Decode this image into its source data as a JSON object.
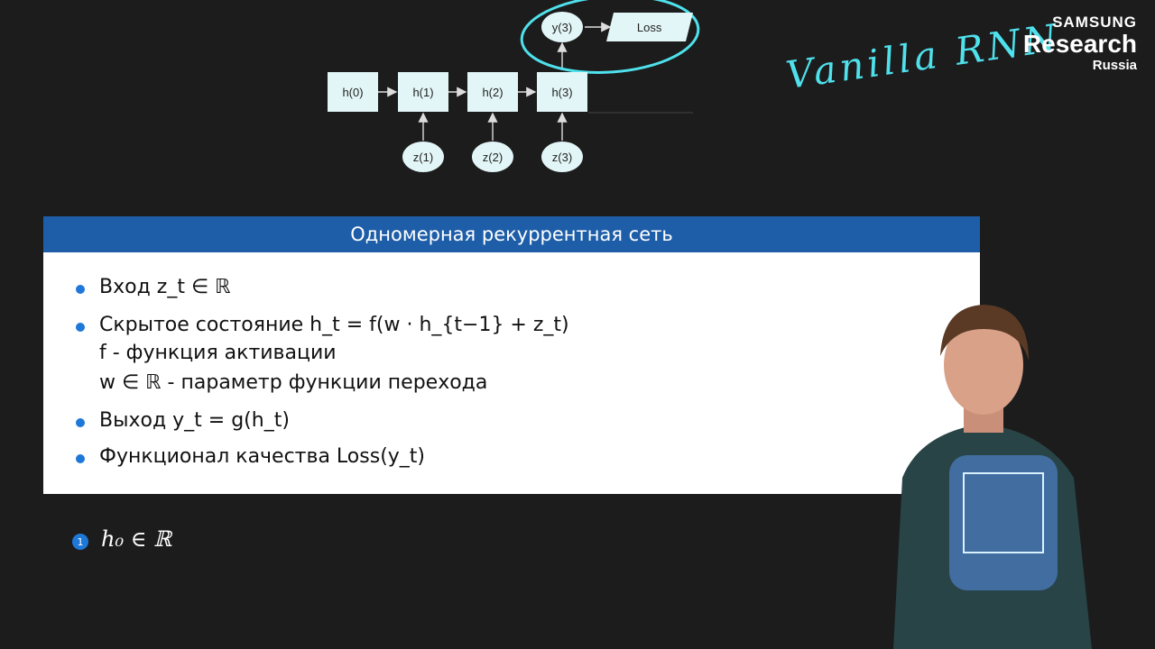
{
  "diagram": {
    "hidden_states": [
      "h(0)",
      "h(1)",
      "h(2)",
      "h(3)"
    ],
    "inputs": [
      "z(1)",
      "z(2)",
      "z(3)"
    ],
    "output": "y(3)",
    "loss": "Loss"
  },
  "annotation": {
    "handwritten": "Vanilla RNN",
    "color": "#4fe1ec"
  },
  "brand": {
    "line1": "SAMSUNG",
    "line2": "Research",
    "line3": "Russia"
  },
  "slide": {
    "title": "Одномерная рекуррентная сеть",
    "header_color": "#1e5ea8",
    "bullets": [
      {
        "text": "Вход z_t ∈ ℝ"
      },
      {
        "text": "Скрытое состояние h_t = f(w · h_{t−1} + z_t)"
      },
      {
        "text": "Выход y_t = g(h_t)"
      },
      {
        "text": "Функционал качества Loss(y_t)"
      }
    ],
    "sub_lines": [
      "f - функция активации",
      "w ∈ ℝ - параметр функции перехода"
    ]
  },
  "numbered_item": {
    "number": "1",
    "text": "h₀ ∈ ℝ"
  }
}
